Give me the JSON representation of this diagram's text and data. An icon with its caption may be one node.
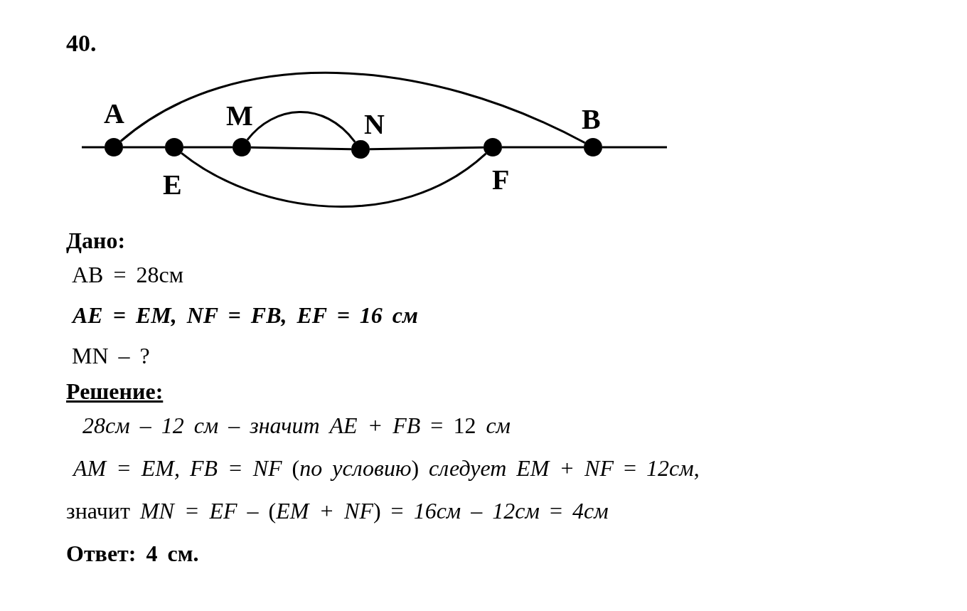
{
  "diagram": {
    "nodes": [
      {
        "text": [],
        "shape": "circle",
        "beside": [
          "A"
        ]
      },
      {
        "text": [],
        "shape": "circle",
        "beside": [
          "E"
        ]
      },
      {
        "text": [],
        "shape": "circle",
        "beside": [
          "M"
        ]
      },
      {
        "text": [],
        "shape": "circle",
        "beside": [
          "N"
        ]
      },
      {
        "text": [],
        "shape": "circle",
        "beside": [
          "F"
        ]
      },
      {
        "text": [],
        "shape": "circle",
        "beside": [
          "B"
        ]
      }
    ],
    "edges": [
      {
        "from": null,
        "to": 0,
        "arrow": "none"
      },
      {
        "from": 0,
        "to": 1,
        "arrow": "none"
      },
      {
        "from": 1,
        "to": 2,
        "arrow": "none"
      },
      {
        "from": 2,
        "to": 3,
        "arrow": "none"
      },
      {
        "from": 3,
        "to": 4,
        "arrow": "none"
      },
      {
        "from": 4,
        "to": 5,
        "arrow": "none"
      },
      {
        "from": 5,
        "to": null,
        "arrow": "none"
      },
      {
        "from": 0,
        "to": 5,
        "arrow": "none"
      },
      {
        "from": 2,
        "to": 3,
        "arrow": "none"
      },
      {
        "from": 1,
        "to": 4,
        "arrow": "none"
      }
    ],
    "labels": [
      "40.",
      "Дано:",
      "AB = 28см",
      "AE = EM, NF = FB, EF = 16 см",
      "MN – ?",
      "Решение:",
      "*28см – 12 см – значит AE + FB* = 12 *см*",
      "*AM = EM, FB = NF* (*по условию*) *следует EM + NF* = *12см*,",
      "значит *MN = EF* – (*EM + NF*) = *16см* – *12см* = *4см*",
      "Ответ: 4 см."
    ]
  }
}
